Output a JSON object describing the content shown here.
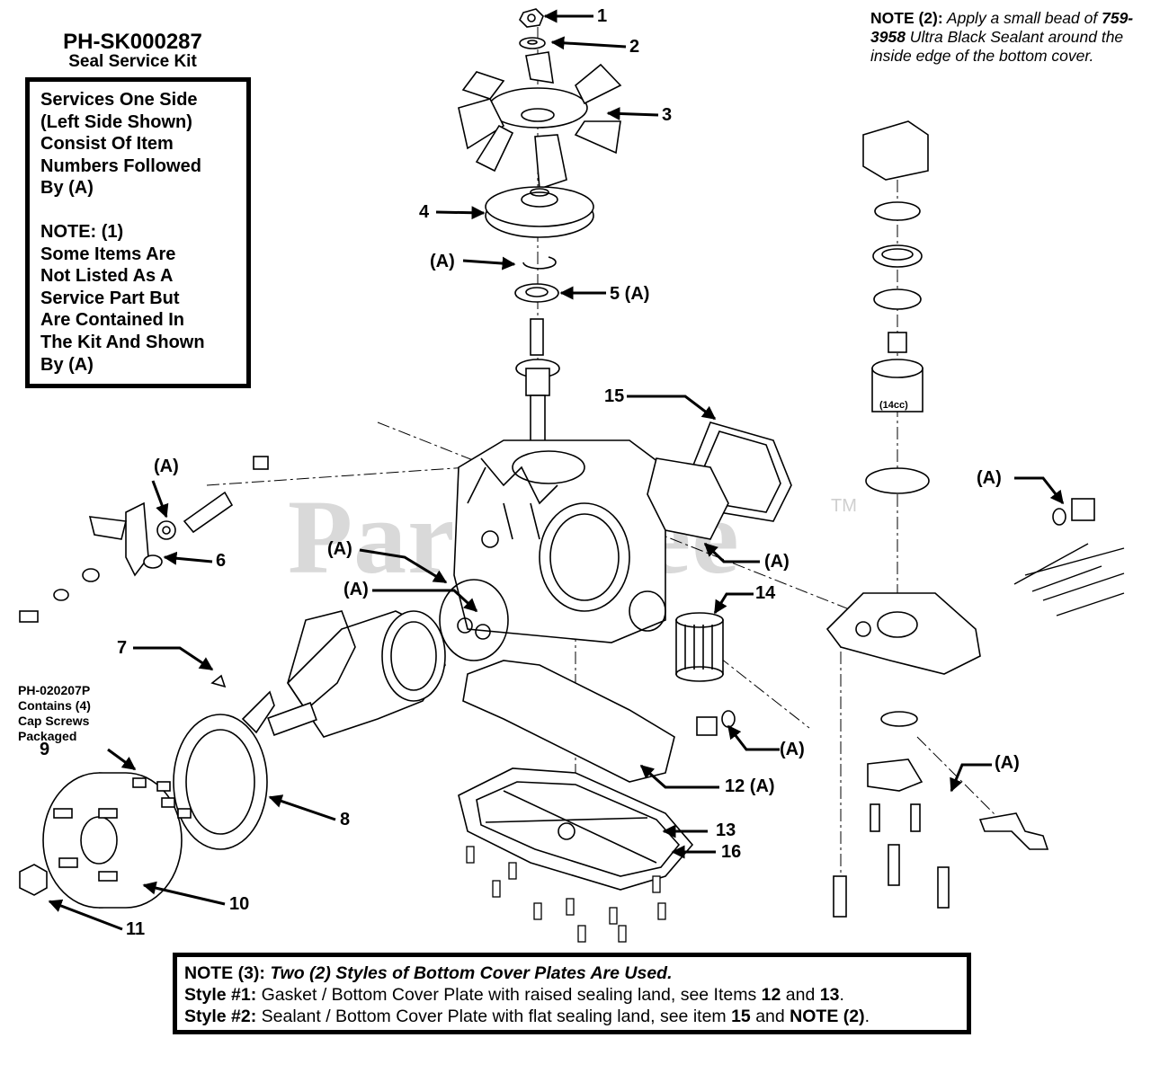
{
  "kit": {
    "part_number": "PH-SK000287",
    "name": "Seal Service Kit",
    "description_lines": [
      "Services One Side",
      "(Left Side Shown)",
      "Consist Of Item",
      "Numbers Followed",
      "By (A)"
    ],
    "note1_lines": [
      "NOTE: (1)",
      "Some Items Are",
      "Not Listed As A",
      "Service Part But",
      "Are Contained In",
      "The Kit And Shown",
      "By (A)"
    ]
  },
  "cap_screw_kit": {
    "lines": [
      "PH-020207P",
      "Contains (4)",
      "Cap Screws",
      "Packaged"
    ]
  },
  "note2": {
    "head": "NOTE (2):",
    "text_a": " Apply a small bead of ",
    "part": "759-3958",
    "text_b": " Ultra Black Sealant around the inside edge of the bottom cover."
  },
  "note3": {
    "head": "NOTE (3):",
    "title": "Two (2) Styles of Bottom Cover Plates Are Used.",
    "style1_head": "Style #1:",
    "style1_text": " Gasket / Bottom Cover Plate with raised sealing land, see Items ",
    "style1_i1": "12",
    "style1_and": " and ",
    "style1_i2": "13",
    "style1_end": ".",
    "style2_head": "Style #2:",
    "style2_text": " Sealant / Bottom Cover Plate with flat sealing land, see item ",
    "style2_i1": "15",
    "style2_and": " and ",
    "style2_i2": "NOTE (2)",
    "style2_end": "."
  },
  "watermark": {
    "text": "PartsTree",
    "tm": "TM"
  },
  "displacement_label": "(14cc)",
  "callouts": [
    {
      "id": "c1",
      "label": "1"
    },
    {
      "id": "c2",
      "label": "2"
    },
    {
      "id": "c3",
      "label": "3"
    },
    {
      "id": "c4",
      "label": "4"
    },
    {
      "id": "cA1",
      "label": "(A)"
    },
    {
      "id": "c5",
      "label": "5 (A)"
    },
    {
      "id": "c15",
      "label": "15"
    },
    {
      "id": "cA2",
      "label": "(A)"
    },
    {
      "id": "c6",
      "label": "6"
    },
    {
      "id": "cA3",
      "label": "(A)"
    },
    {
      "id": "cA4",
      "label": "(A)"
    },
    {
      "id": "cA5",
      "label": "(A)"
    },
    {
      "id": "cA6",
      "label": "(A)"
    },
    {
      "id": "c14",
      "label": "14"
    },
    {
      "id": "c7",
      "label": "7"
    },
    {
      "id": "c9",
      "label": "9"
    },
    {
      "id": "c8",
      "label": "8"
    },
    {
      "id": "c12",
      "label": "12 (A)"
    },
    {
      "id": "cA7",
      "label": "(A)"
    },
    {
      "id": "cA8",
      "label": "(A)"
    },
    {
      "id": "c13",
      "label": "13"
    },
    {
      "id": "c16",
      "label": "16"
    },
    {
      "id": "c10",
      "label": "10"
    },
    {
      "id": "c11",
      "label": "11"
    }
  ]
}
